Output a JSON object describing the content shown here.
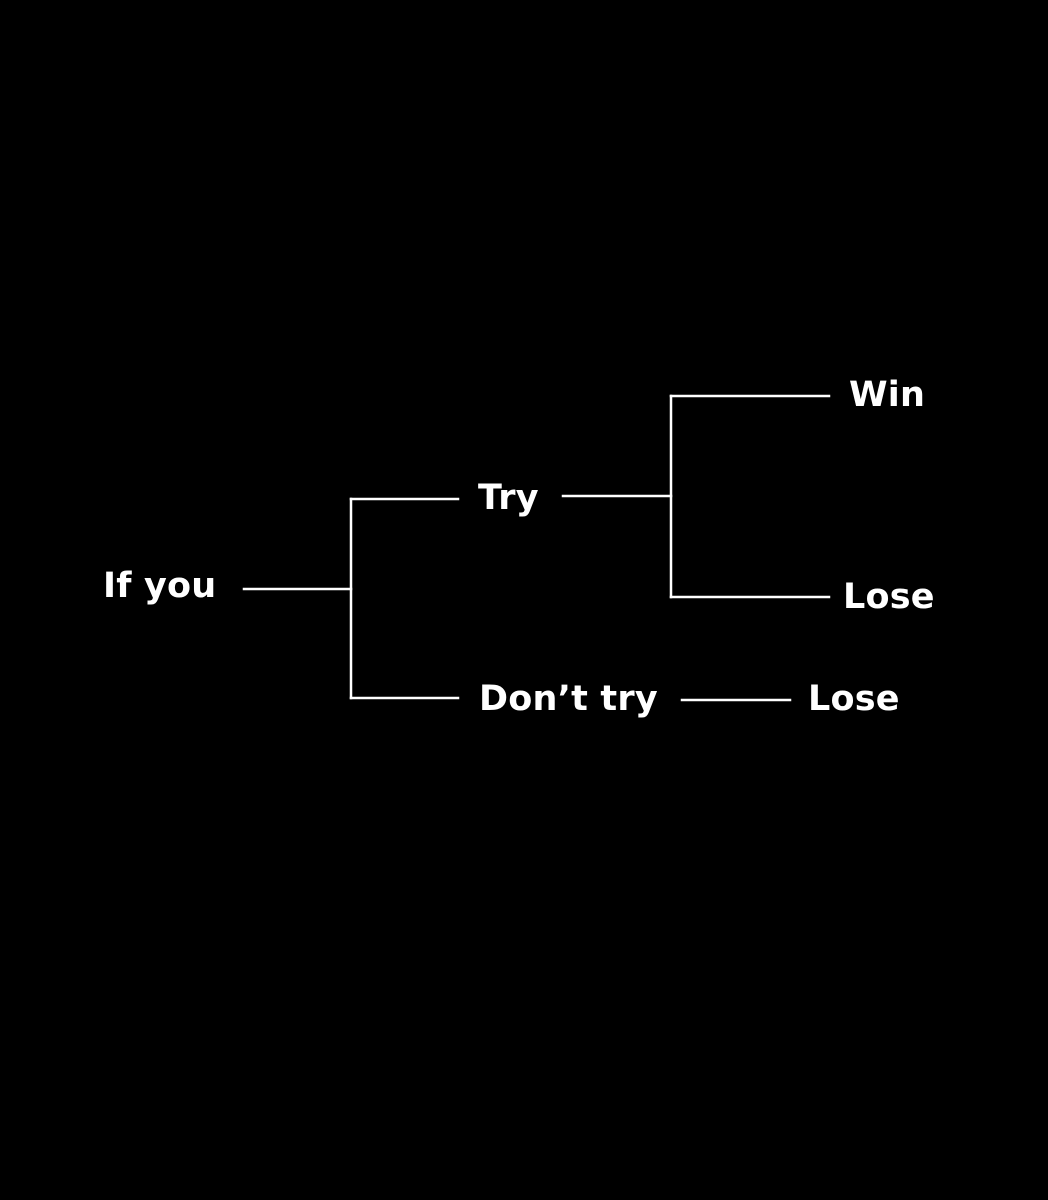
{
  "diagram": {
    "background_color": "#000000",
    "foreground_color": "#ffffff",
    "nodes": {
      "root": "If you",
      "try": "Try",
      "dont_try": "Don’t try",
      "win": "Win",
      "lose_after_try": "Lose",
      "lose_after_dont_try": "Lose"
    },
    "edges": [
      [
        "If you",
        "Try"
      ],
      [
        "If you",
        "Don’t try"
      ],
      [
        "Try",
        "Win"
      ],
      [
        "Try",
        "Lose"
      ],
      [
        "Don’t try",
        "Lose"
      ]
    ]
  }
}
